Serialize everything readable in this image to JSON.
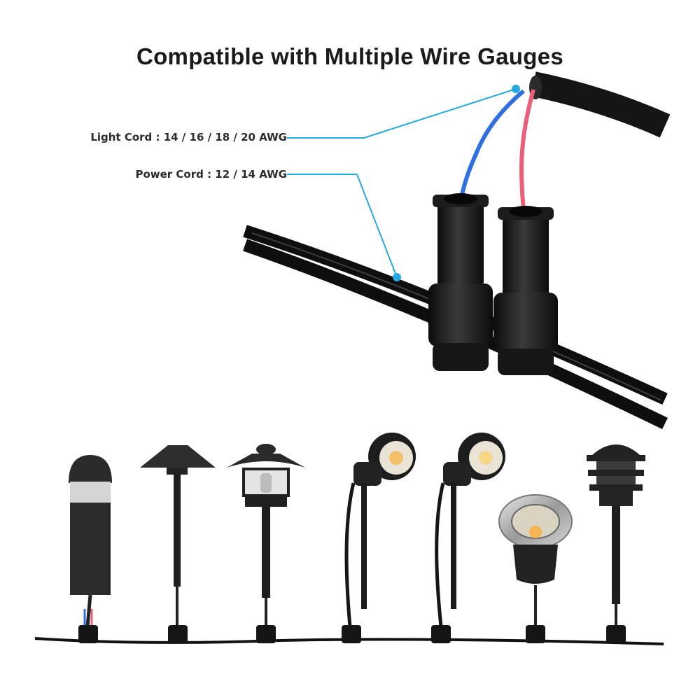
{
  "title": "Compatible with Multiple Wire Gauges",
  "callouts": {
    "light_cord": "Light Cord : 14 / 16 / 18 / 20 AWG",
    "power_cord": "Power Cord : 12 / 14 AWG"
  },
  "colors": {
    "callout_line": "#27a9e1",
    "wire_blue": "#2f6fe0",
    "wire_red": "#e8607a",
    "fixture": "#1c1c1c",
    "cable": "#111111"
  },
  "fixtures": [
    "bollard-light",
    "hat-path-light",
    "pagoda-lantern-light",
    "spot-light",
    "spot-light",
    "in-ground-well-light",
    "tiered-path-light"
  ]
}
